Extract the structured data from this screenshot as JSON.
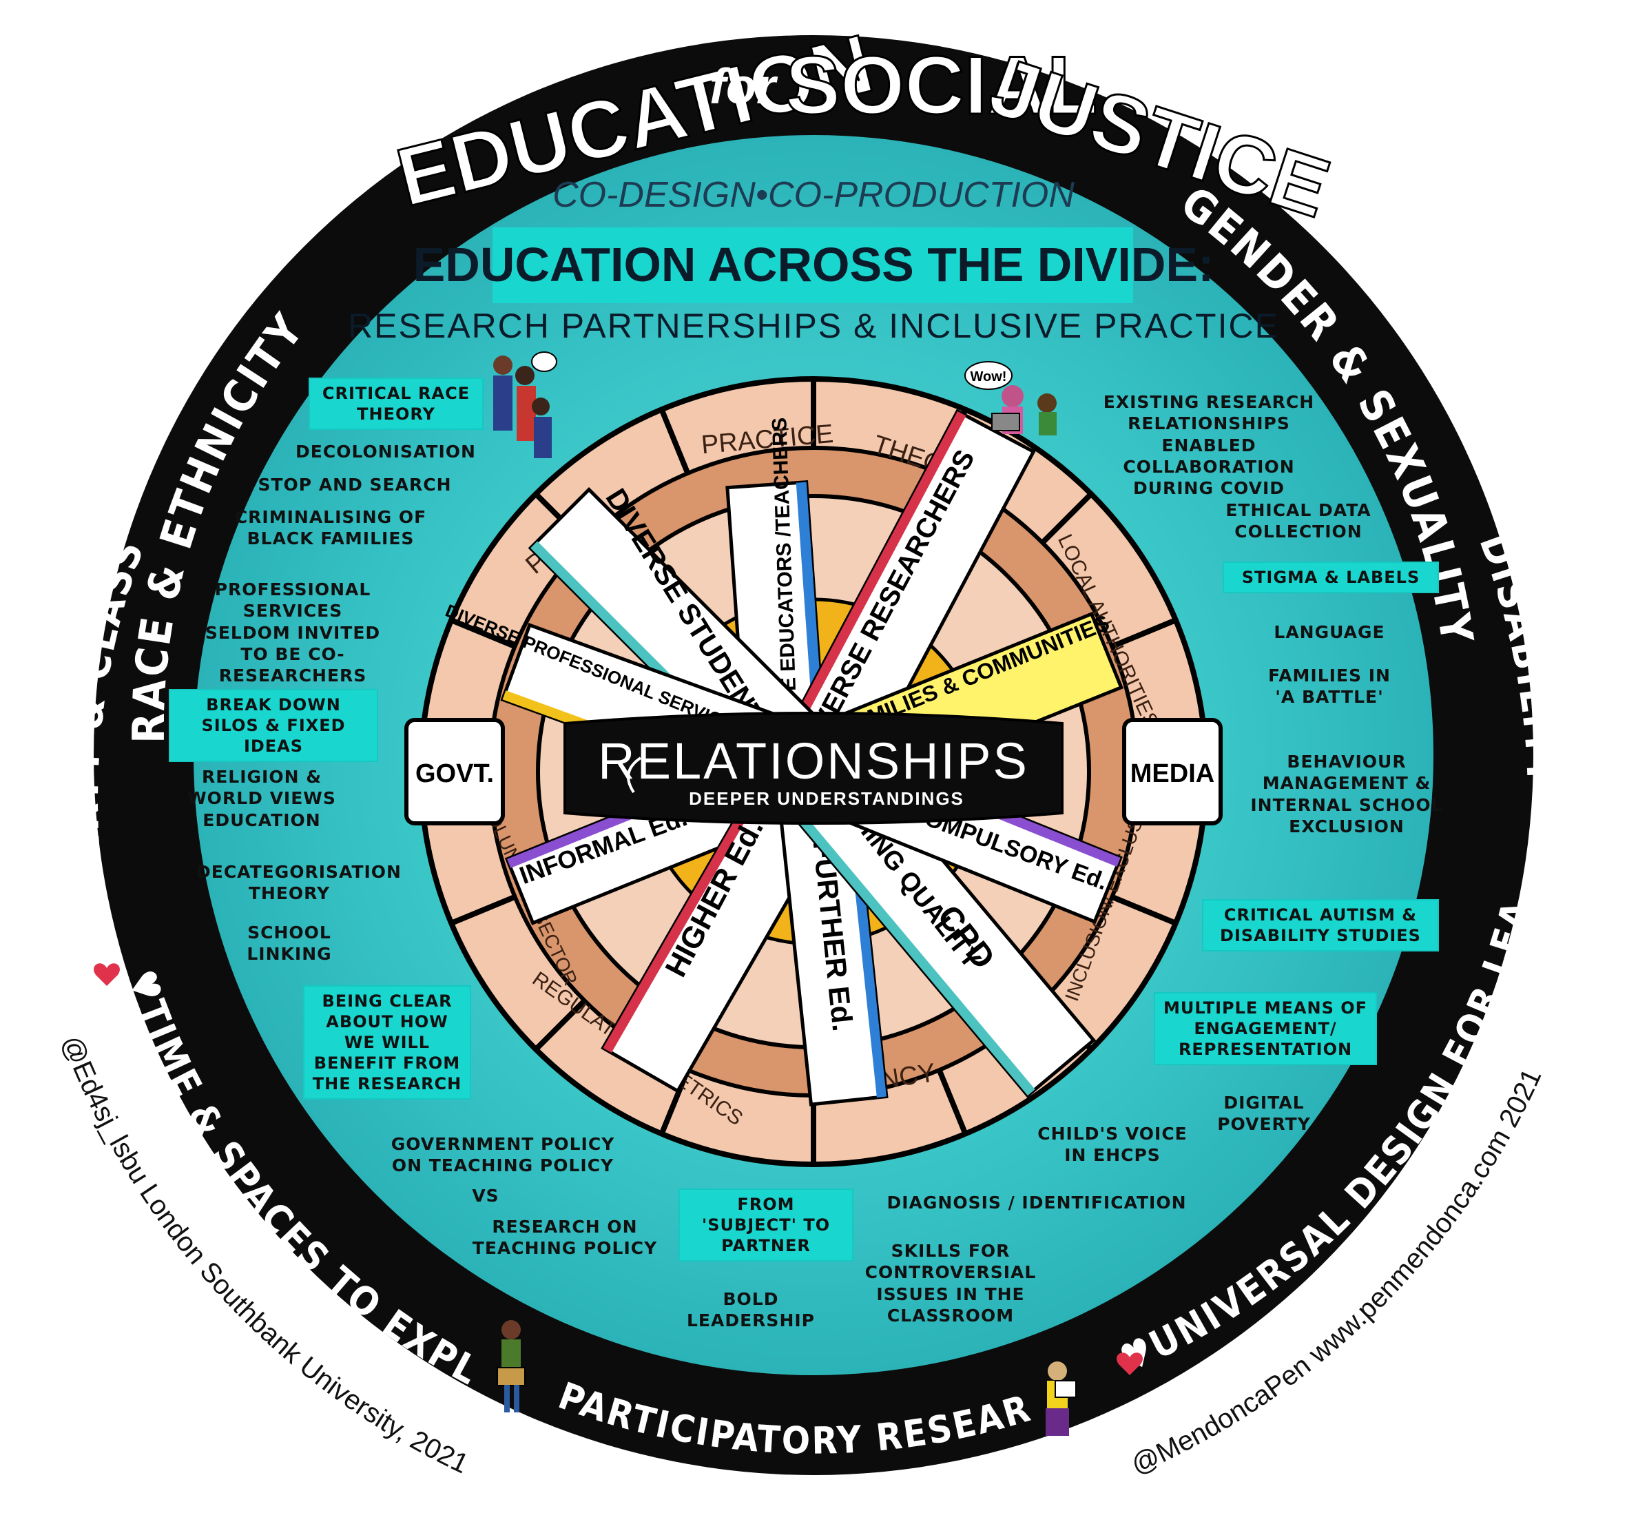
{
  "title": {
    "part1": "EDUCATION",
    "part2": "for",
    "part3": "SOCIAL",
    "part4": "JUSTICE"
  },
  "ring_labels": {
    "race": "RACE & ETHNICITY",
    "gender": "GENDER & SEXUALITY",
    "poverty": "POVERTY & CLASS",
    "disability": "DISABILITY",
    "time": "♥TIME & SPACES TO EXPLORE",
    "participatory": "PARTICIPATORY RESEARCH",
    "udl": "♥UNIVERSAL DESIGN FOR LEARNING"
  },
  "header": {
    "codesign": "CO-DESIGN•CO-PRODUCTION",
    "main": "EDUCATION ACROSS THE DIVIDE:",
    "sub": "RESEARCH PARTNERSHIPS & INCLUSIVE PRACTICE"
  },
  "wheel": {
    "segments": {
      "practice": "PRACTICE",
      "theory": "THEORY",
      "policy": "POLICY",
      "local": "LOCAL AUTHORITIES",
      "govt": "GOVT.",
      "media": "MEDIA",
      "voluntary": "VOLUNTARY SECTOR",
      "inclusion": "INCLUSION/ EXCLUSION",
      "regulation": "REGULATION & METRICS",
      "agency": "AGENCY"
    },
    "spokes": {
      "educators": "DIVERSE EDUCATORS /TEACHERS",
      "researchers": "DIVERSE RESEARCHERS",
      "students": "DIVERSE STUDENTS",
      "prof": "DIVERSE PROFESSIONAL SERVICES",
      "families": "FAMILIES & COMMUNITIES",
      "informal": "INFORMAL Ed.",
      "higher": "HIGHER Ed.",
      "further": "FURTHER Ed.",
      "quality": "TEACHING QUALITY",
      "cpd": "CPD",
      "compulsory": "COMPULSORY Ed."
    },
    "hub_title": "RELATIONSHIPS",
    "hub_sub": "DEEPER UNDERSTANDINGS"
  },
  "notes_left": {
    "crt": "CRITICAL RACE THEORY",
    "decol": "DECOLONISATION",
    "stop": "STOP AND SEARCH",
    "crim": "CRIMINALISING OF BLACK FAMILIES",
    "prof": "PROFESSIONAL SERVICES SELDOM INVITED TO BE CO-RESEARCHERS",
    "silos": "BREAK DOWN SILOS & FIXED IDEAS",
    "religion": "RELIGION & WORLD VIEWS EDUCATION",
    "decat": "DECATEGORISATION THEORY",
    "linking": "SCHOOL LINKING",
    "clear": "BEING CLEAR ABOUT HOW WE WILL BENEFIT FROM THE RESEARCH"
  },
  "notes_right": {
    "existing": "EXISTING RESEARCH RELATIONSHIPS ENABLED COLLABORATION DURING COVID",
    "ethical": "ETHICAL DATA COLLECTION",
    "stigma": "STIGMA & LABELS",
    "language": "LANGUAGE",
    "battle": "FAMILIES IN 'A BATTLE'",
    "behaviour": "BEHAVIOUR MANAGEMENT & INTERNAL SCHOOL EXCLUSION",
    "autism": "CRITICAL AUTISM & DISABILITY STUDIES",
    "multiple": "MULTIPLE MEANS OF ENGAGEMENT/ REPRESENTATION",
    "digital": "DIGITAL POVERTY"
  },
  "notes_bottom": {
    "govpolicy": "GOVERNMENT POLICY ON TEACHING POLICY",
    "vs": "VS",
    "research": "RESEARCH ON TEACHING POLICY",
    "subject": "FROM 'SUBJECT' TO PARTNER",
    "bold": "BOLD LEADERSHIP",
    "voice": "CHILD'S VOICE IN EHCPs",
    "diagnosis": "DIAGNOSIS / IDENTIFICATION",
    "skills": "SKILLS FOR CONTROVERSIAL ISSUES IN THE CLASSROOM"
  },
  "speech": {
    "wow": "Wow!"
  },
  "credits": {
    "left": "@Ed4sj_lsbu London Southbank University, 2021",
    "right": "@MendoncaPen www.penmendonca.com 2021"
  },
  "colors": {
    "ring": "#0c0c0c",
    "teal": "#3cc9c9",
    "box": "#19d6cf",
    "segment": "#f6d2bd",
    "segment_edge": "#a0522d",
    "hub": "#0c0c0c",
    "gold": "#f2b21a"
  }
}
